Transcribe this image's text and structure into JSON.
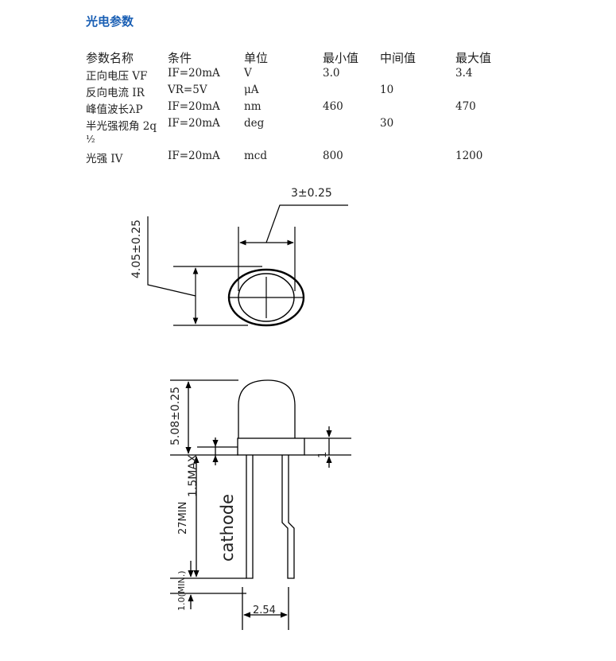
{
  "title": "光电参数",
  "table": {
    "headers": [
      "参数名称",
      "条件",
      "单位",
      "最小值",
      "中间值",
      "最大值"
    ],
    "rows": [
      [
        "正向电压 VF",
        "IF=20mA",
        "V",
        "3.0",
        "",
        "3.4"
      ],
      [
        "反向电流 IR",
        "VR=5V",
        "μA",
        "",
        "10",
        ""
      ],
      [
        "峰值波长λP",
        "IF=20mA",
        "nm",
        "460",
        "",
        "470"
      ],
      [
        "半光强视角 2q",
        "IF=20mA",
        "deg",
        "",
        "30",
        ""
      ],
      [
        "光强 IV",
        "IF=20mA",
        "mcd",
        "800",
        "",
        "1200"
      ]
    ],
    "wrap_text": "½"
  },
  "drawing_top": {
    "diameter_label": "3±0.25",
    "height_label": "4.05±0.25"
  },
  "drawing_side": {
    "body_height_label": "5.08±0.25",
    "flange_max_label": "1.5MAX",
    "flange_label": "1",
    "lead_length_label": "27MIN",
    "min_label": "1.0(MIN.)",
    "cathode_label": "cathode",
    "pitch_label": "2.54"
  },
  "colors": {
    "title": "#1a5fb4",
    "line": "#000000"
  }
}
